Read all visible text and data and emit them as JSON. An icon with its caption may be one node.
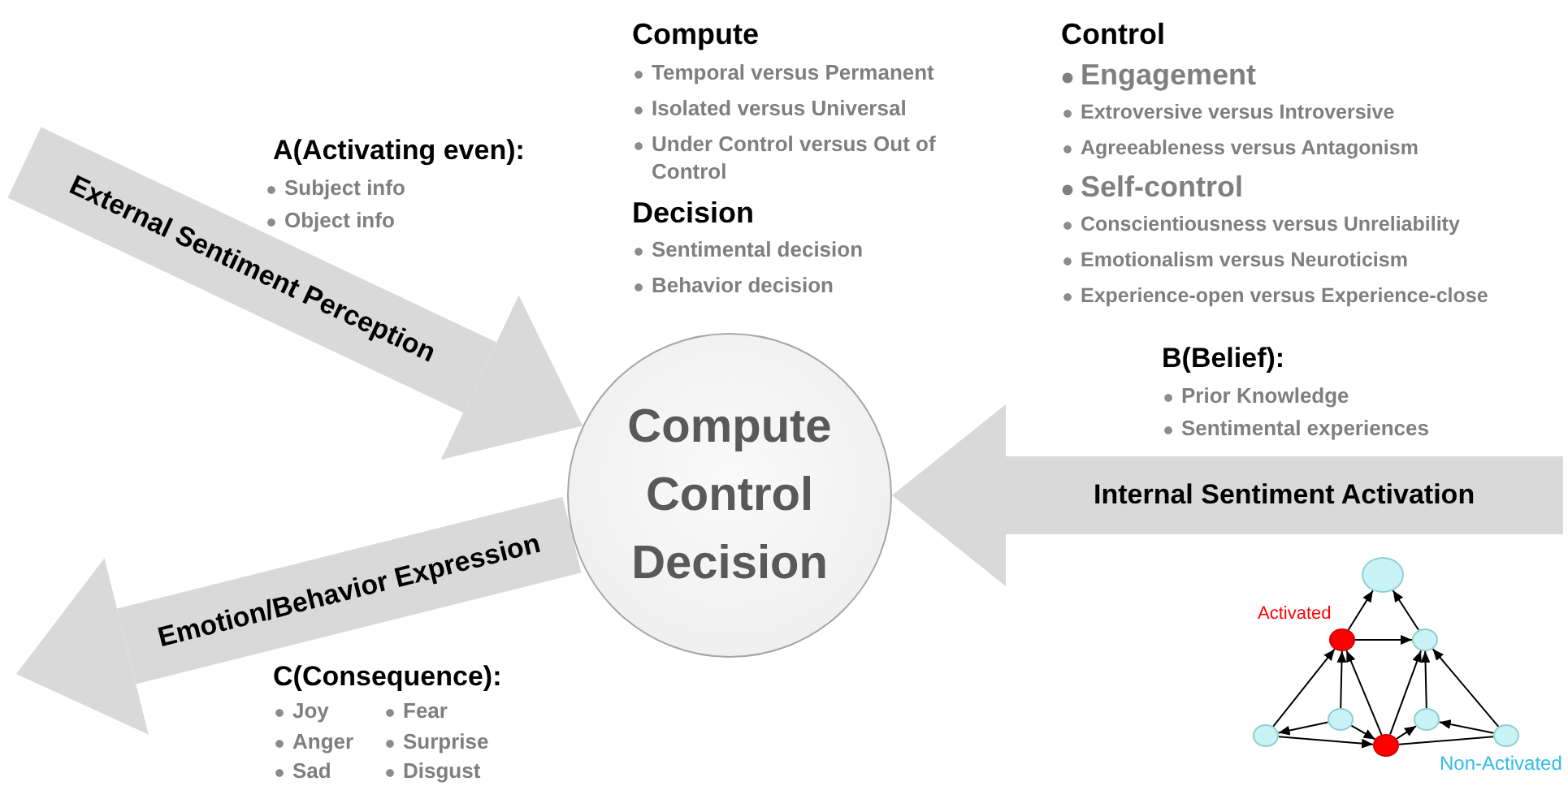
{
  "diagram": {
    "nodes": [
      {
        "text": [
          "Compute Control Decision"
        ]
      },
      {
        "text": [],
        "shape": "circle"
      },
      {
        "text": [],
        "shape": "circle"
      },
      {
        "text": [],
        "shape": "circle"
      },
      {
        "text": [],
        "shape": "circle"
      },
      {
        "text": [],
        "shape": "circle"
      },
      {
        "text": [],
        "shape": "circle"
      },
      {
        "text": [],
        "shape": "circle"
      },
      {
        "text": [],
        "shape": "circle"
      }
    ],
    "edges": [
      {
        "from": null,
        "to": 0,
        "arrow": "to",
        "label": "External Sentiment Perception",
        "style": "thick",
        "color": "#d9d9d9"
      },
      {
        "from": null,
        "to": 0,
        "arrow": "to",
        "label": "Internal Sentiment Activation",
        "style": "thick",
        "color": "#d9d9d9"
      },
      {
        "from": 0,
        "to": null,
        "arrow": "to",
        "label": "Emotion/Behavior Expression",
        "style": "thick",
        "color": "#d9d9d9"
      },
      {
        "from": 2,
        "to": 1,
        "arrow": "to"
      },
      {
        "from": 3,
        "to": 1,
        "arrow": "to"
      },
      {
        "from": 2,
        "to": 3,
        "arrow": "to"
      },
      {
        "from": 6,
        "to": 2,
        "arrow": "to"
      },
      {
        "from": 4,
        "to": 2,
        "arrow": "to"
      },
      {
        "from": 8,
        "to": 2,
        "arrow": "to"
      },
      {
        "from": 8,
        "to": 3,
        "arrow": "to"
      },
      {
        "from": 5,
        "to": 3,
        "arrow": "to"
      },
      {
        "from": 7,
        "to": 3,
        "arrow": "to"
      },
      {
        "from": 4,
        "to": 6,
        "arrow": "to"
      },
      {
        "from": 4,
        "to": 8,
        "arrow": "to"
      },
      {
        "from": 6,
        "to": 8,
        "arrow": "to"
      },
      {
        "from": 8,
        "to": 5,
        "arrow": "to"
      },
      {
        "from": 7,
        "to": 5,
        "arrow": "to"
      },
      {
        "from": 8,
        "to": 7,
        "arrow": "none"
      }
    ],
    "labels": [
      "Compute",
      "Temporal versus Permanent",
      "Isolated versus Universal",
      "Under Control versus Out of Control",
      "Decision",
      "Sentimental decision",
      "Behavior decision",
      "Control",
      "Engagement",
      "Extroversive versus Introversive",
      "Agreeableness versus Antagonism",
      "Self-control",
      "Conscientiousness versus Unreliability",
      "Emotionalism versus Neuroticism",
      "Experience-open versus Experience-close",
      "A(Activating even):",
      "Subject info",
      "Object info",
      "B(Belief):",
      "Prior Knowledge",
      "Sentimental experiences",
      "Activated",
      "C(Consequence):",
      "Joy",
      "Fear",
      "Anger",
      "Surprise",
      "Sad",
      "Disgust",
      "Non-Activated"
    ]
  }
}
